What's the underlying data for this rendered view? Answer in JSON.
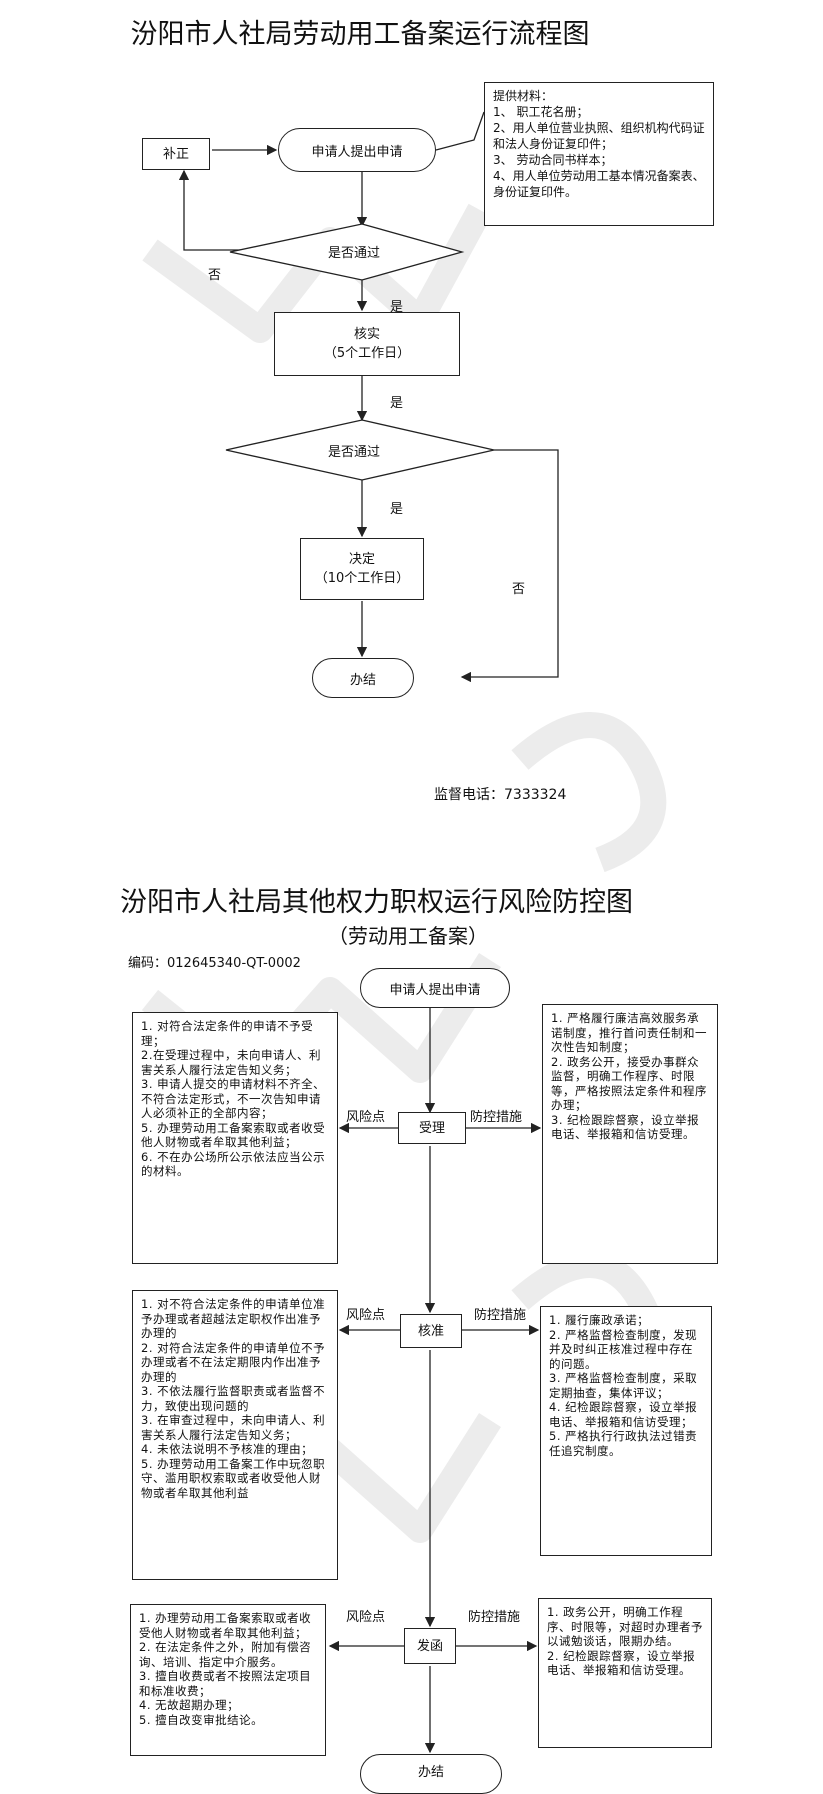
{
  "flow1": {
    "title": "汾阳市人社局劳动用工备案运行流程图",
    "apply": "申请人提出申请",
    "supplement": "补正",
    "check1": "是否通过",
    "no_label_1": "否",
    "yes_label_1": "是",
    "verify_title": "核实",
    "verify_days": "（5个工作日）",
    "yes_label_2": "是",
    "check2": "是否通过",
    "yes_label_3": "是",
    "decide_title": "决定",
    "decide_days": "（10个工作日）",
    "no_label_2": "否",
    "finish": "办结",
    "materials": [
      "提供材料：",
      "1、 职工花名册；",
      "2、用人单位营业执照、组织机构代码证和法人身份证复印件；",
      "3、 劳动合同书样本；",
      "4、用人单位劳动用工基本情况备案表、身份证复印件。"
    ],
    "hotline": "监督电话：7333324"
  },
  "flow2": {
    "title": "汾阳市人社局其他权力职权运行风险防控图",
    "subtitle": "（劳动用工备案）",
    "code": "编码：012645340-QT-0002",
    "apply": "申请人提出申请",
    "risk_label": "风险点",
    "control_label": "防控措施",
    "steps": [
      {
        "name": "受理",
        "risks": [
          "1. 对符合法定条件的申请不予受理；",
          "2.在受理过程中，未向申请人、利害关系人履行法定告知义务；",
          "3. 申请人提交的申请材料不齐全、不符合法定形式，不一次告知申请人必须补正的全部内容；",
          "5. 办理劳动用工备案索取或者收受他人财物或者牟取其他利益；",
          "6. 不在办公场所公示依法应当公示的材料。"
        ],
        "controls": [
          "1. 严格履行廉洁高效服务承诺制度，推行首问责任制和一次性告知制度；",
          "2. 政务公开，接受办事群众监督，明确工作程序、时限等，严格按照法定条件和程序办理；",
          "3. 纪检跟踪督察，设立举报电话、举报箱和信访受理。"
        ]
      },
      {
        "name": "核准",
        "risks": [
          "1. 对不符合法定条件的申请单位准予办理或者超越法定职权作出准予办理的",
          "2. 对符合法定条件的申请单位不予办理或者不在法定期限内作出准予办理的",
          "3. 不依法履行监督职责或者监督不力，致使出现问题的",
          "3. 在审查过程中，未向申请人、利害关系人履行法定告知义务；",
          "4. 未依法说明不予核准的理由；",
          "5. 办理劳动用工备案工作中玩忽职守、滥用职权索取或者收受他人财物或者牟取其他利益"
        ],
        "controls": [
          "1. 履行廉政承诺；",
          "2. 严格监督检查制度，发现并及时纠正核准过程中存在的问题。",
          "3. 严格监督检查制度，采取定期抽查，集体评议；",
          "4. 纪检跟踪督察，设立举报电话、举报箱和信访受理；",
          "5. 严格执行行政执法过错责任追究制度。"
        ]
      },
      {
        "name": "发函",
        "risks": [
          "1. 办理劳动用工备案索取或者收受他人财物或者牟取其他利益；",
          "2. 在法定条件之外，附加有偿咨询、培训、指定中介服务。",
          "3. 擅自收费或者不按照法定项目和标准收费；",
          "4. 无故超期办理；",
          "5. 擅自改变审批结论。"
        ],
        "controls": [
          "1. 政务公开，明确工作程序、时限等，对超时办理者予以诫勉谈话，限期办结。",
          "2. 纪检跟踪督察，设立举报电话、举报箱和信访受理。"
        ]
      }
    ],
    "finish": "办结"
  },
  "watermark": {
    "text": "WPS",
    "color": "#e9e9e9"
  }
}
